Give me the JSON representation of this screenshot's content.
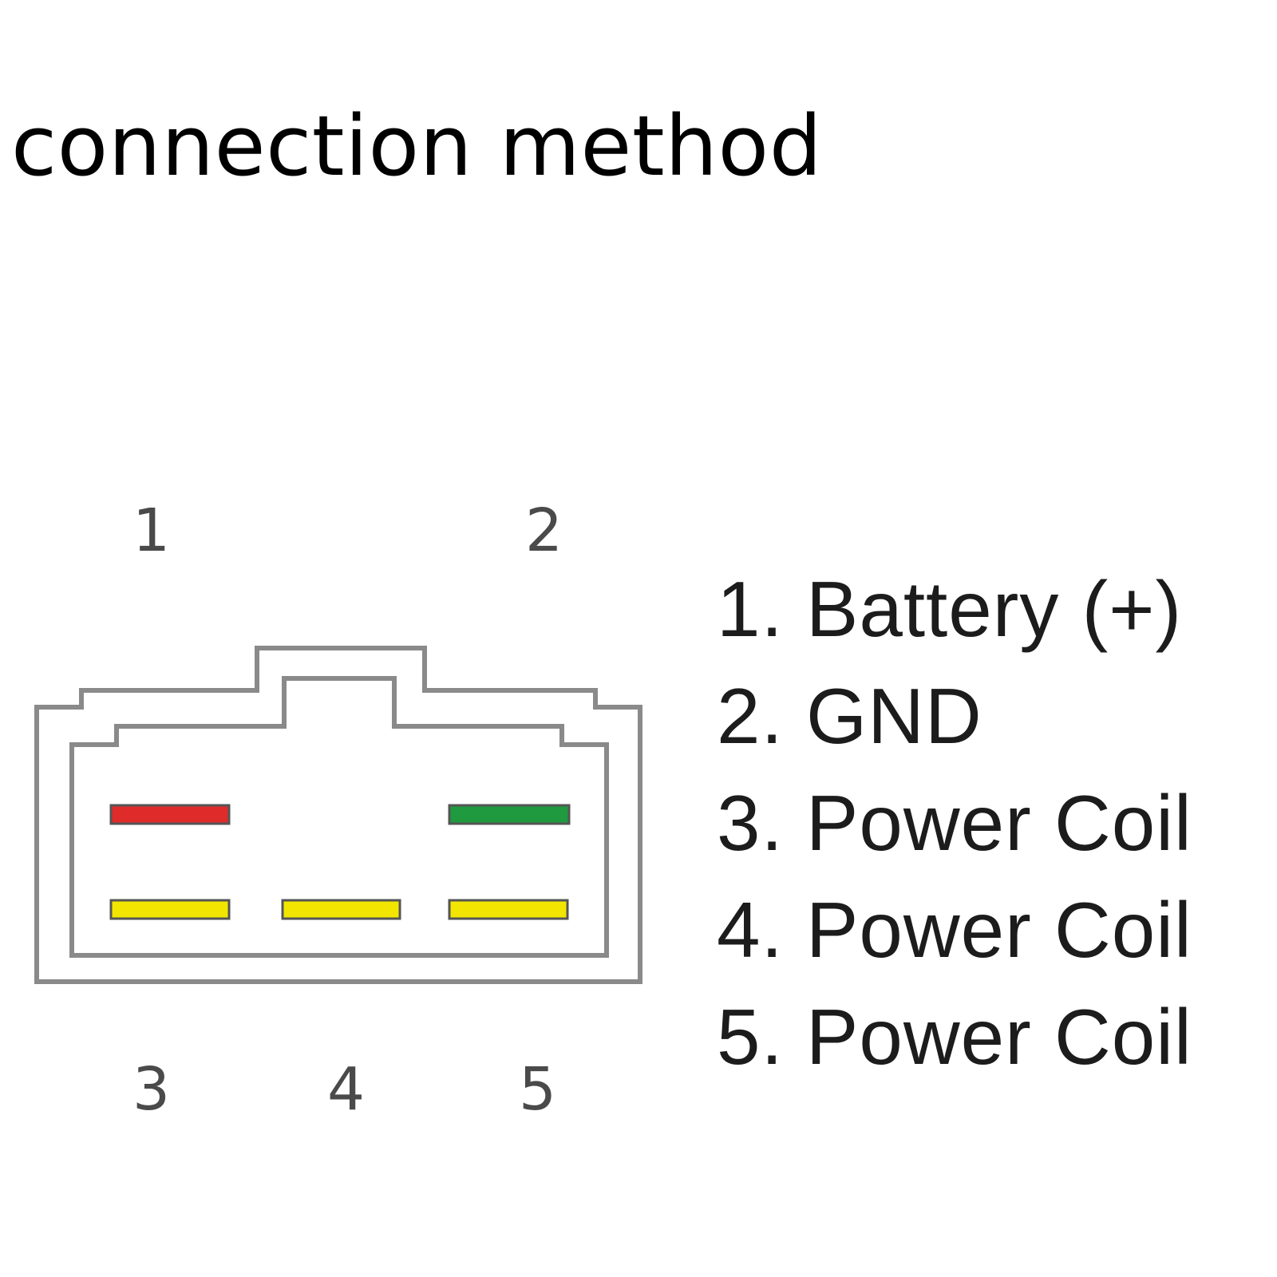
{
  "title": "connection method",
  "connector": {
    "pin_numbers": [
      "1",
      "2",
      "3",
      "4",
      "5"
    ],
    "pins": [
      {
        "number": "1",
        "color": "#e02b2b"
      },
      {
        "number": "2",
        "color": "#1f9a3f"
      },
      {
        "number": "3",
        "color": "#f2e600"
      },
      {
        "number": "4",
        "color": "#f2e600"
      },
      {
        "number": "5",
        "color": "#f2e600"
      }
    ],
    "outline_color": "#8a8a8a"
  },
  "legend": [
    {
      "label": "1. Battery (+)"
    },
    {
      "label": "2. GND"
    },
    {
      "label": "3. Power Coil"
    },
    {
      "label": "4. Power Coil"
    },
    {
      "label": "5. Power Coil"
    }
  ]
}
